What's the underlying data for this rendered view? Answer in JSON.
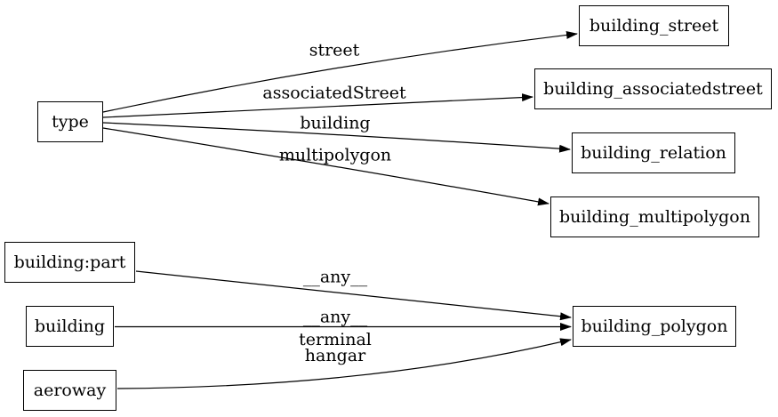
{
  "diagram": {
    "colors": {
      "background": "#ffffff",
      "line": "#000000",
      "text": "#000000"
    },
    "nodes": [
      {
        "id": "type",
        "label": "type"
      },
      {
        "id": "building_street",
        "label": "building_street"
      },
      {
        "id": "building_associatedstreet",
        "label": "building_associatedstreet"
      },
      {
        "id": "building_relation",
        "label": "building_relation"
      },
      {
        "id": "building_multipolygon",
        "label": "building_multipolygon"
      },
      {
        "id": "building_part",
        "label": "building:part"
      },
      {
        "id": "building",
        "label": "building"
      },
      {
        "id": "aeroway",
        "label": "aeroway"
      },
      {
        "id": "building_polygon",
        "label": "building_polygon"
      }
    ],
    "edges": [
      {
        "from": "type",
        "to": "building_street",
        "label": "street"
      },
      {
        "from": "type",
        "to": "building_associatedstreet",
        "label": "associatedStreet"
      },
      {
        "from": "type",
        "to": "building_relation",
        "label": "building"
      },
      {
        "from": "type",
        "to": "building_multipolygon",
        "label": "multipolygon"
      },
      {
        "from": "building:part",
        "to": "building_polygon",
        "label": "__any__"
      },
      {
        "from": "building",
        "to": "building_polygon",
        "label": "__any__"
      },
      {
        "from": "aeroway",
        "to": "building_polygon",
        "label": "terminal hangar",
        "label_lines": [
          "terminal",
          "hangar"
        ]
      }
    ]
  }
}
